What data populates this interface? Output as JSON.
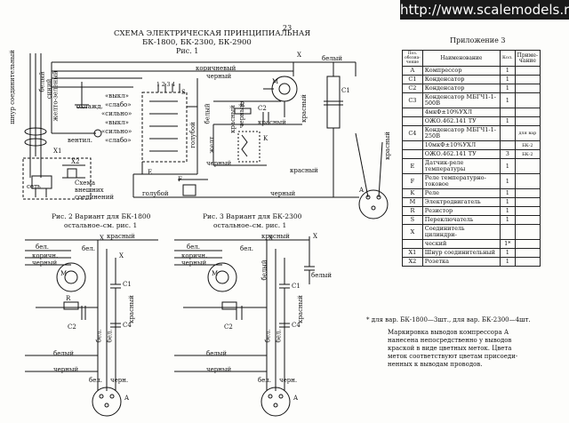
{
  "banner": "http://www.scalemodels.ru",
  "page_number": "23",
  "main_title": {
    "line1": "СХЕМА ЭЛЕКТРИЧЕСКАЯ ПРИНЦИПИАЛЬНАЯ",
    "line2": "БК-1800, БК-2300, БК-2900",
    "line3": "Рис. 1"
  },
  "appendix_title": "Приложение 3",
  "table": {
    "headers": [
      "Поз. обозна-чение",
      "Наименование",
      "Кол.",
      "Приме-чание"
    ],
    "rows": [
      {
        "pos": "A",
        "name": "Компрессор",
        "qty": "1",
        "note": ""
      },
      {
        "pos": "C1",
        "name": "Конденсатор",
        "qty": "1",
        "note": ""
      },
      {
        "pos": "C2",
        "name": "Конденсатор",
        "qty": "1",
        "note": ""
      },
      {
        "pos": "C3",
        "name": "Конденсатор МБГЧ1-1-500В",
        "qty": "1",
        "note": ""
      },
      {
        "pos": "",
        "name": "4мкФ±10%УХЛ",
        "qty": "",
        "note": ""
      },
      {
        "pos": "",
        "name": "ОЖО.462.141 ТУ",
        "qty": "1",
        "note": ""
      },
      {
        "pos": "C4",
        "name": "Конденсатор МБГЧ1-1-250В",
        "qty": "",
        "note": "для вар"
      },
      {
        "pos": "",
        "name": "10мкФ±10%УХЛ",
        "qty": "",
        "note": "БК-2"
      },
      {
        "pos": "",
        "name": "ОЖО.462.141 ТУ",
        "qty": "3",
        "note": "БК-2"
      },
      {
        "pos": "E",
        "name": "Датчик-реле температуры",
        "qty": "1",
        "note": ""
      },
      {
        "pos": "F",
        "name": "Реле температурно-токовое",
        "qty": "1",
        "note": ""
      },
      {
        "pos": "K",
        "name": "Реле",
        "qty": "1",
        "note": ""
      },
      {
        "pos": "M",
        "name": "Электродвигатель",
        "qty": "1",
        "note": ""
      },
      {
        "pos": "R",
        "name": "Резистор",
        "qty": "1",
        "note": ""
      },
      {
        "pos": "S",
        "name": "Переключатель",
        "qty": "1",
        "note": ""
      },
      {
        "pos": "X",
        "name": "Соединитель цилиндри-",
        "qty": "",
        "note": ""
      },
      {
        "pos": "",
        "name": "ческий",
        "qty": "1*",
        "note": ""
      },
      {
        "pos": "X1",
        "name": "Шнур соединительный",
        "qty": "1",
        "note": ""
      },
      {
        "pos": "X2",
        "name": "Розетка",
        "qty": "1",
        "note": ""
      }
    ]
  },
  "footnote": "* для вар. БК-1800—3шт., для вар. БК-2300—4шт.",
  "marking_note": [
    "Маркировка выводов компрессора А",
    "нанесена непосредственно у выводов",
    "краской в виде цветных меток. Цвета",
    "меток соответствуют цветам присоеди-",
    "ненных к выводам проводов."
  ],
  "fig1_labels": {
    "cord": "шнур соединительный",
    "white_v": "белый",
    "blue_v": "синий",
    "yellowgreen_v": "желто-зеленый",
    "cooling": "охлажд.",
    "vent": "вентил.",
    "x1": "X1",
    "x2": "X2",
    "set": "сеть",
    "ext_scheme": [
      "Схема",
      "внешних",
      "соединений"
    ],
    "brown_h": "коричневый",
    "black_h": "черный",
    "white_h": "белый",
    "x_label": "X",
    "m_label": "M",
    "red_v": "красный",
    "off1": "«выкл»",
    "weak1": "«слабо»",
    "strong1": "«сильно»",
    "off2": "«выкл»",
    "strong2": "«сильно»",
    "weak2": "«слабо»",
    "s_label": "S",
    "contacts": "1 2 3 4",
    "blue_lbl": "голубой",
    "white2": "белый",
    "red2": "красный",
    "black2": "черный",
    "r_label": "R",
    "c2_label": "C2",
    "c1_label": "C1",
    "yellow_short": "желт.",
    "k_label": "K",
    "red3": "красный",
    "black3": "черный",
    "red4": "красный",
    "e_label": "E",
    "blue_bottom": "голубой",
    "f_label": "F",
    "black_bottom": "черный",
    "a_label": "A",
    "red_right": "красный"
  },
  "fig2": {
    "title": "Рис. 2 Вариант для БК-1800",
    "subtitle": "остальное–см. рис. 1",
    "labels": [
      "красный",
      "бел.",
      "коричн.",
      "черный",
      "бел.",
      "X",
      "M",
      "X",
      "C1",
      "C2",
      "C4",
      "R",
      "красный",
      "бел.",
      "бел.",
      "белый",
      "черный",
      "бел.",
      "черн.",
      "A"
    ]
  },
  "fig3": {
    "title": "Рис. 3 Вариант для БК-2300",
    "subtitle": "остальное–см. рис. 1",
    "labels": [
      "красный",
      "бел.",
      "коричн.",
      "черный",
      "бел.",
      "X",
      "M",
      "X",
      "C1",
      "C2",
      "C4",
      "белый",
      "белый",
      "красный",
      "бел.",
      "бел.",
      "белый",
      "черный",
      "бел.",
      "черн.",
      "A"
    ]
  }
}
